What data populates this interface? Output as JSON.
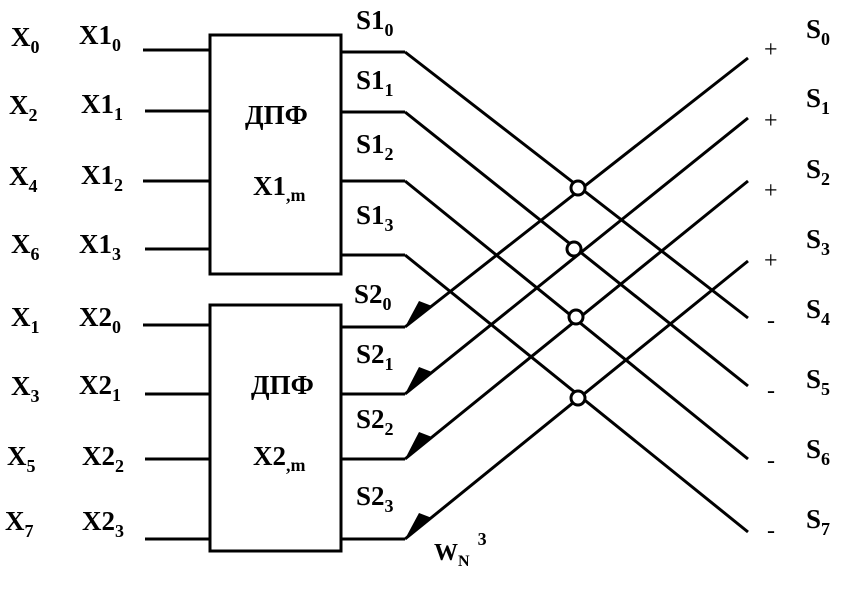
{
  "inputs": {
    "x_labels": [
      {
        "base": "X",
        "sub": "0"
      },
      {
        "base": "X",
        "sub": "2"
      },
      {
        "base": "X",
        "sub": "4"
      },
      {
        "base": "X",
        "sub": "6"
      },
      {
        "base": "X",
        "sub": "1"
      },
      {
        "base": "X",
        "sub": "3"
      },
      {
        "base": "X",
        "sub": "5"
      },
      {
        "base": "X",
        "sub": "7"
      }
    ],
    "x1_labels": [
      {
        "base": "X1",
        "sub": "0"
      },
      {
        "base": "X1",
        "sub": "1"
      },
      {
        "base": "X1",
        "sub": "2"
      },
      {
        "base": "X1",
        "sub": "3"
      }
    ],
    "x2_labels": [
      {
        "base": "X2",
        "sub": "0"
      },
      {
        "base": "X2",
        "sub": "1"
      },
      {
        "base": "X2",
        "sub": "2"
      },
      {
        "base": "X2",
        "sub": "3"
      }
    ]
  },
  "blocks": [
    {
      "title": "ДПФ",
      "label": {
        "base": "X1",
        "sub": ",m"
      }
    },
    {
      "title": "ДПФ",
      "label": {
        "base": "X2",
        "sub": ",m"
      }
    }
  ],
  "intermediate": {
    "s1_labels": [
      {
        "base": "S1",
        "sub": "0"
      },
      {
        "base": "S1",
        "sub": "1"
      },
      {
        "base": "S1",
        "sub": "2"
      },
      {
        "base": "S1",
        "sub": "3"
      }
    ],
    "s2_labels": [
      {
        "base": "S2",
        "sub": "0"
      },
      {
        "base": "S2",
        "sub": "1"
      },
      {
        "base": "S2",
        "sub": "2"
      },
      {
        "base": "S2",
        "sub": "3"
      }
    ]
  },
  "twiddle": {
    "base": "W",
    "sub": "N",
    "sup": "3"
  },
  "signs": [
    "+",
    "+",
    "+",
    "+",
    "-",
    "-",
    "-",
    "-"
  ],
  "outputs": [
    {
      "base": "S",
      "sub": "0"
    },
    {
      "base": "S",
      "sub": "1"
    },
    {
      "base": "S",
      "sub": "2"
    },
    {
      "base": "S",
      "sub": "3"
    },
    {
      "base": "S",
      "sub": "4"
    },
    {
      "base": "S",
      "sub": "5"
    },
    {
      "base": "S",
      "sub": "6"
    },
    {
      "base": "S",
      "sub": "7"
    }
  ]
}
